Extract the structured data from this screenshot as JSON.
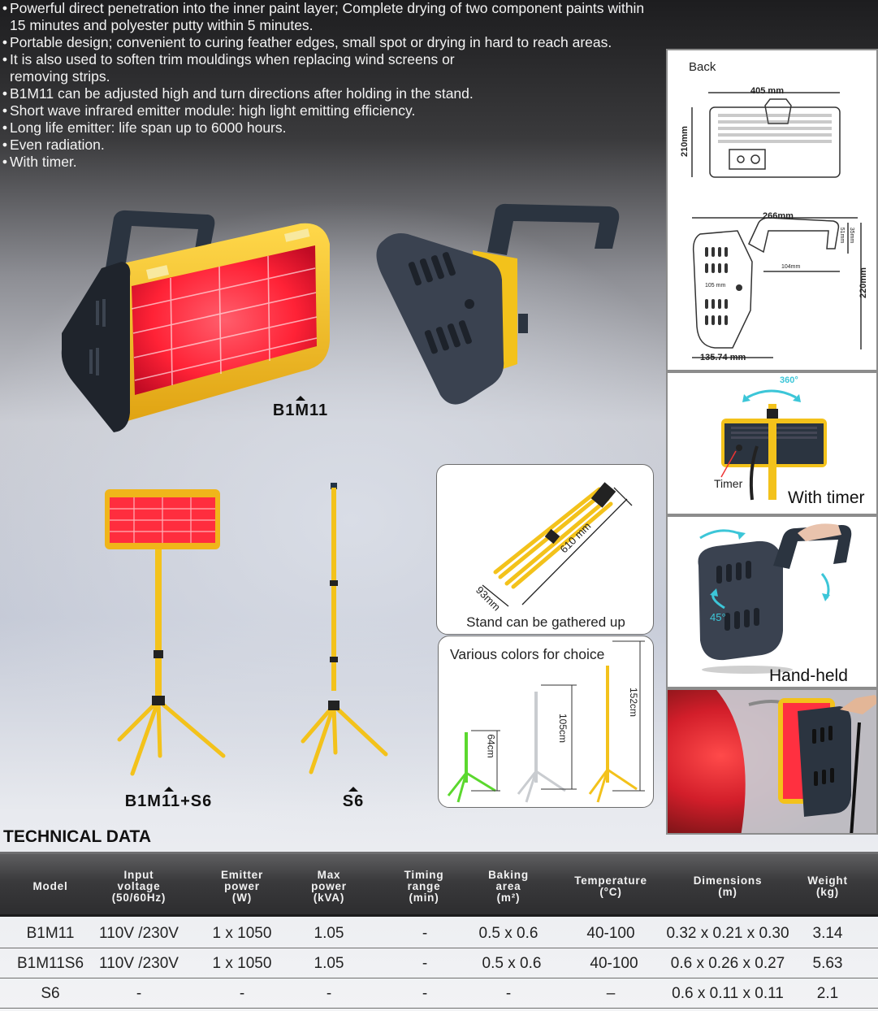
{
  "features": [
    "Powerful direct penetration into the inner paint layer; Complete drying of two component paints within 15 minutes and polyester putty within 5 minutes.",
    "Portable design; convenient to curing feather edges, small spot or drying in hard to reach areas.",
    "It is also used to soften trim mouldings when replacing wind screens or removing strips.",
    "B1M11 can be adjusted high and turn directions after holding in the stand.",
    "Short wave infrared emitter module: high light emitting efficiency.",
    "Long life emitter: life span up to 6000 hours.",
    "Even radiation.",
    "With timer."
  ],
  "labels": {
    "b1m11": "B1M11",
    "b1m11s6": "B1M11+S6",
    "s6": "S6"
  },
  "back_panel": {
    "title": "Back",
    "width_top": "405 mm",
    "height_left": "210mm",
    "width_side": "266mm",
    "handle_h1": "51mm",
    "handle_h2": "35mm",
    "handle_w": "104mm",
    "inner_w": "105 mm",
    "height_right": "220mm",
    "depth_bottom": "135.74 mm"
  },
  "timer_panel": {
    "rotation": "360°",
    "timer_label": "Timer",
    "caption": "With timer"
  },
  "handheld_panel": {
    "angle": "45°",
    "caption": "Hand-held"
  },
  "stand_box": {
    "length": "610 mm",
    "width": "93mm",
    "caption": "Stand can be gathered up"
  },
  "colors_box": {
    "caption": "Various colors for choice",
    "heights": [
      "64cm",
      "105cm",
      "152cm"
    ]
  },
  "tech": {
    "title": "TECHNICAL DATA",
    "headers": [
      "Model",
      "Input\nvoltage\n(50/60Hz)",
      "Emitter\npower\n(W)",
      "Max\npower\n(kVA)",
      "Timing\nrange\n(min)",
      "Baking\narea\n(m²)",
      "Temperature\n(°C)",
      "Dimensions\n(m)",
      "Weight\n(kg)"
    ],
    "rows": [
      [
        "B1M11",
        "110V /230V",
        "1 x 1050",
        "1.05",
        "-",
        "0.5 x 0.6",
        "40-100",
        "0.32 x 0.21 x 0.30",
        "3.14"
      ],
      [
        "B1M11S6",
        "110V /230V",
        "1 x 1050",
        "1.05",
        "-",
        "0.5 x 0.6",
        "40-100",
        "0.6 x 0.26 x 0.27",
        "5.63"
      ],
      [
        "S6",
        "-",
        "-",
        "-",
        "-",
        "-",
        "–",
        "0.6 x 0.11 x 0.11",
        "2.1"
      ]
    ]
  },
  "colors": {
    "yellow": "#f3c21b",
    "red_glow": "#ff2a3a",
    "dark_body": "#2f3540",
    "green": "#5bd82e",
    "silver": "#c9ccd0",
    "cyan_arrow": "#3cc6d8"
  }
}
